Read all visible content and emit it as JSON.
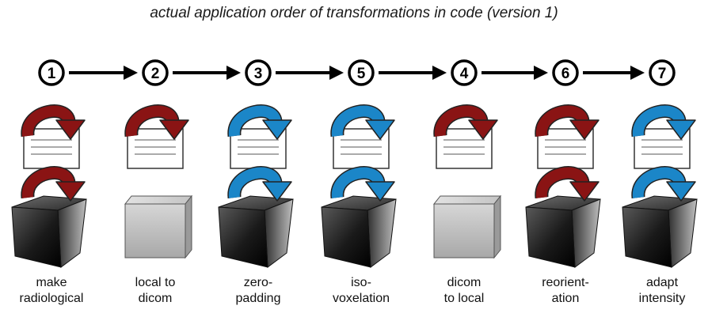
{
  "title": "actual application order of transformations in code (version 1)",
  "colors": {
    "red_arrow": "#8a1414",
    "blue_arrow": "#1b86c8",
    "cube_dark": "#1a1a1a",
    "cube_grey": "#bdbdbd"
  },
  "steps": [
    {
      "number": "1",
      "label_line1": "make",
      "label_line2": "radiological",
      "doc_arrow": "red-arrow-icon",
      "cube_arrow": "red-arrow-icon",
      "cube_style": "dark-rotated-cube-icon"
    },
    {
      "number": "2",
      "label_line1": "local to",
      "label_line2": "dicom",
      "doc_arrow": "red-arrow-icon",
      "cube_arrow": "",
      "cube_style": "grey-cube-icon"
    },
    {
      "number": "3",
      "label_line1": "zero-",
      "label_line2": "padding",
      "doc_arrow": "blue-arrow-icon",
      "cube_arrow": "blue-arrow-icon",
      "cube_style": "dark-rotated-cube-icon"
    },
    {
      "number": "5",
      "label_line1": "iso-",
      "label_line2": "voxelation",
      "doc_arrow": "blue-arrow-icon",
      "cube_arrow": "blue-arrow-icon",
      "cube_style": "dark-rotated-cube-icon"
    },
    {
      "number": "4",
      "label_line1": "dicom",
      "label_line2": "to local",
      "doc_arrow": "red-arrow-icon",
      "cube_arrow": "",
      "cube_style": "grey-cube-icon"
    },
    {
      "number": "6",
      "label_line1": "reorient-",
      "label_line2": "ation",
      "doc_arrow": "red-arrow-icon",
      "cube_arrow": "red-arrow-icon",
      "cube_style": "dark-rotated-cube-icon"
    },
    {
      "number": "7",
      "label_line1": "adapt",
      "label_line2": "intensity",
      "doc_arrow": "blue-arrow-icon",
      "cube_arrow": "blue-arrow-icon",
      "cube_style": "dark-rotated-cube-icon"
    }
  ]
}
